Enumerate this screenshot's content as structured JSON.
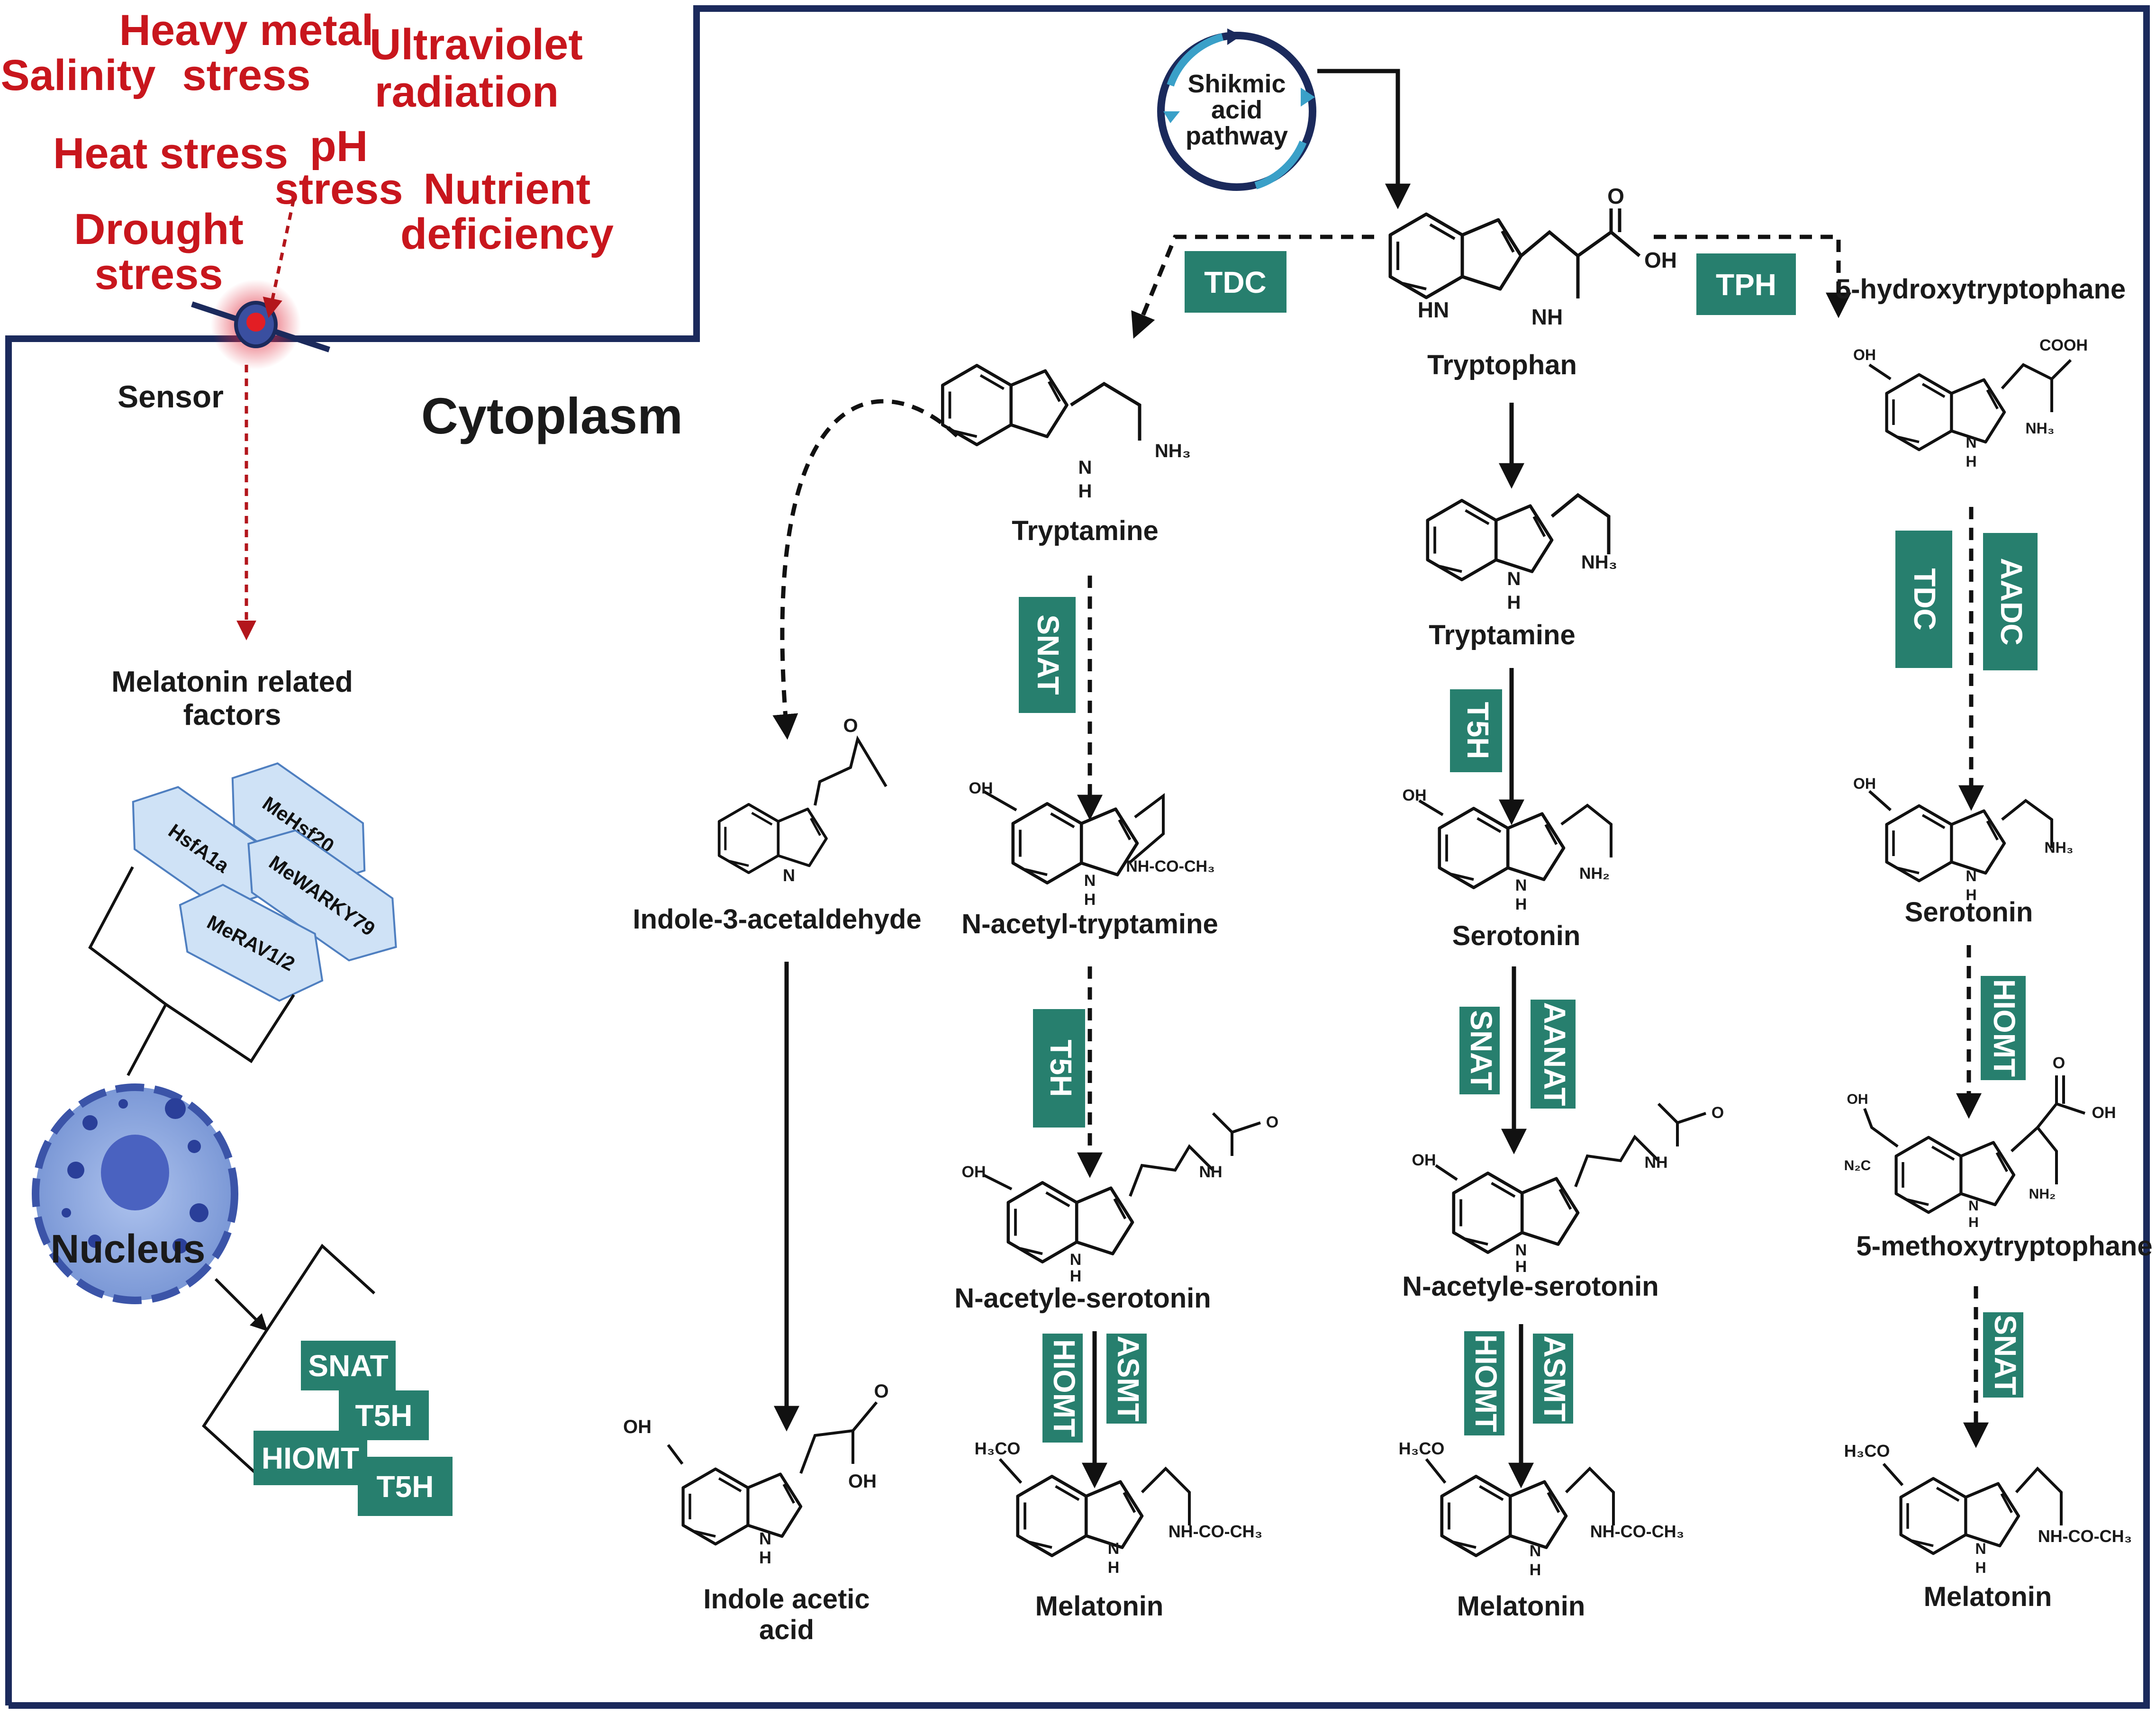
{
  "stresses": {
    "heavy_metal_1": "Heavy metal",
    "heavy_metal_2": "stress",
    "salinity": "Salinity",
    "ultraviolet_1": "Ultraviolet",
    "ultraviolet_2": "radiation",
    "heat": "Heat stress",
    "ph_1": "pH",
    "ph_2": "stress",
    "nutrient_1": "Nutrient",
    "nutrient_2": "deficiency",
    "drought_1": "Drought",
    "drought_2": "stress"
  },
  "labels": {
    "sensor": "Sensor",
    "cytoplasm": "Cytoplasm",
    "melatonin_factors_1": "Melatonin related",
    "melatonin_factors_2": "factors",
    "nucleus": "Nucleus",
    "shikimic_1": "Shikmic",
    "shikimic_2": "acid",
    "shikimic_3": "pathway"
  },
  "transcription_factors": [
    "MeHsf20",
    "HsfA1a",
    "MeWARKY79",
    "MeRAV1/2"
  ],
  "nucleus_genes": [
    "SNAT",
    "T5H",
    "HIOMT",
    "T5H"
  ],
  "molecules": {
    "tryptophan": "Tryptophan",
    "tryptamine": "Tryptamine",
    "hydroxytryptophane": "5-hydroxytryptophane",
    "indole_acetaldehyde": "Indole-3-acetaldehyde",
    "n_acetyl_tryptamine": "N-acetyl-tryptamine",
    "serotonin": "Serotonin",
    "n_acetyl_serotonin": "N-acetyle-serotonin",
    "methoxytryptophane": "5-methoxytryptophane",
    "indole_acetic_acid_1": "Indole acetic",
    "indole_acetic_acid_2": "acid",
    "melatonin": "Melatonin"
  },
  "enzymes": {
    "tdc": "TDC",
    "tph": "TPH",
    "snat": "SNAT",
    "t5h": "T5H",
    "aanat": "AANAT",
    "hiomt": "HIOMT",
    "asmt": "ASMT",
    "aadc": "AADC"
  },
  "atoms": {
    "nh2": "NH",
    "nh3": "NH₃",
    "nh2b": "NH₂",
    "h": "H",
    "hn": "HN",
    "n": "N",
    "o": "O",
    "oh": "OH",
    "cooh": "COOH",
    "nhcoch3": "NH-CO-CH₃",
    "nh": "NH",
    "h3co": "H₃CO",
    "n2c": "N₂C"
  },
  "colors": {
    "stress_red": "#c8161d",
    "enzyme_teal": "#277f6e",
    "border_navy": "#1b2a5c",
    "nucleus_blue": "#8aa8e0",
    "tf_blue": "#cfe2f6"
  }
}
